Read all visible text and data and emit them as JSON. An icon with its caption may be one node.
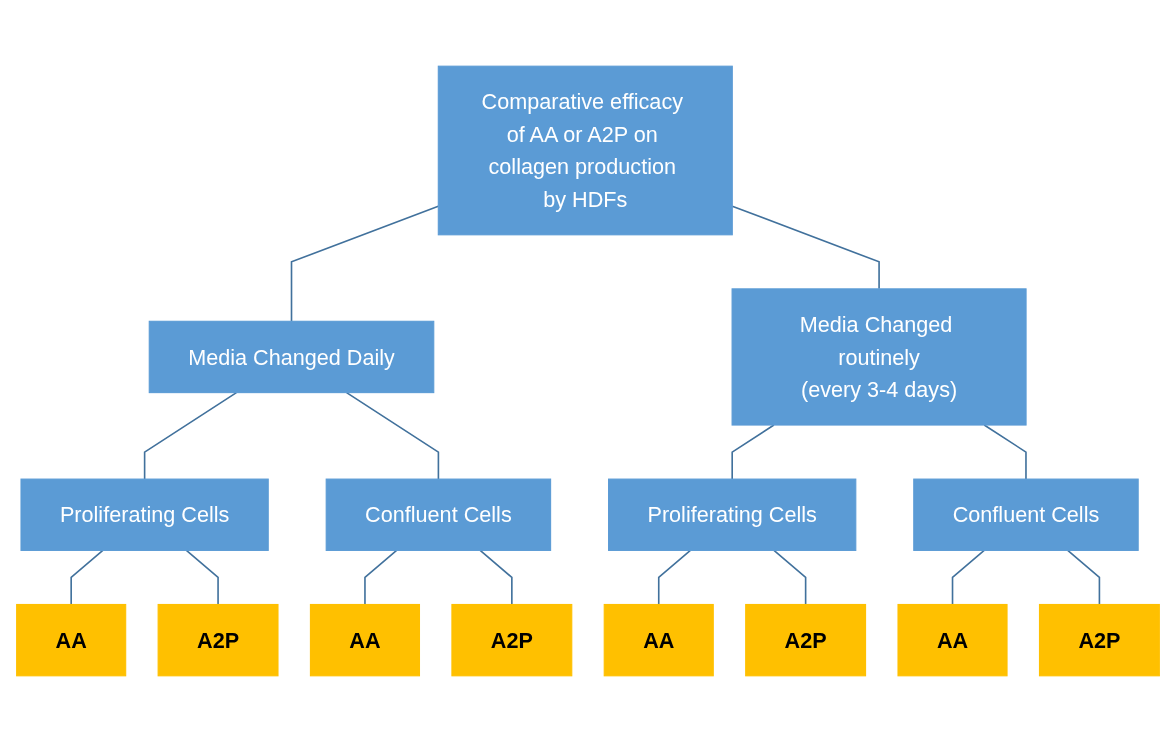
{
  "diagram": {
    "nodes": [
      {
        "text": [
          "Comparative efficacy of AA or A2P on collagen production by HDFs"
        ]
      },
      {
        "text": [
          "Media Changed Daily"
        ]
      },
      {
        "text": [
          "Media Changed routinely",
          "(every 3-4 days)"
        ]
      },
      {
        "text": [
          "Proliferating Cells"
        ]
      },
      {
        "text": [
          "Confluent Cells"
        ]
      },
      {
        "text": [
          "Proliferating Cells"
        ]
      },
      {
        "text": [
          "Confluent Cells"
        ]
      },
      {
        "text": [
          "AA"
        ]
      },
      {
        "text": [
          "AA"
        ]
      },
      {
        "text": [
          "AA"
        ]
      },
      {
        "text": [
          "AA"
        ]
      },
      {
        "text": [
          "A2P"
        ]
      },
      {
        "text": [
          "A2P"
        ]
      },
      {
        "text": [
          "A2P"
        ]
      },
      {
        "text": [
          "A2P"
        ]
      }
    ],
    "edges": [
      {
        "from": 0,
        "to": 1,
        "arrow": "none"
      },
      {
        "from": 0,
        "to": 2,
        "arrow": "none"
      },
      {
        "from": 1,
        "to": 3,
        "arrow": "none"
      },
      {
        "from": 1,
        "to": 4,
        "arrow": "none"
      },
      {
        "from": 2,
        "to": 5,
        "arrow": "none"
      },
      {
        "from": 2,
        "to": 6,
        "arrow": "none"
      },
      {
        "from": 3,
        "to": 7,
        "arrow": "none"
      },
      {
        "from": 3,
        "to": 11,
        "arrow": "none"
      },
      {
        "from": 4,
        "to": 8,
        "arrow": "none"
      },
      {
        "from": 4,
        "to": 12,
        "arrow": "none"
      },
      {
        "from": 5,
        "to": 9,
        "arrow": "none"
      },
      {
        "from": 5,
        "to": 13,
        "arrow": "none"
      },
      {
        "from": 6,
        "to": 10,
        "arrow": "none"
      },
      {
        "from": 6,
        "to": 14,
        "arrow": "none"
      }
    ]
  }
}
